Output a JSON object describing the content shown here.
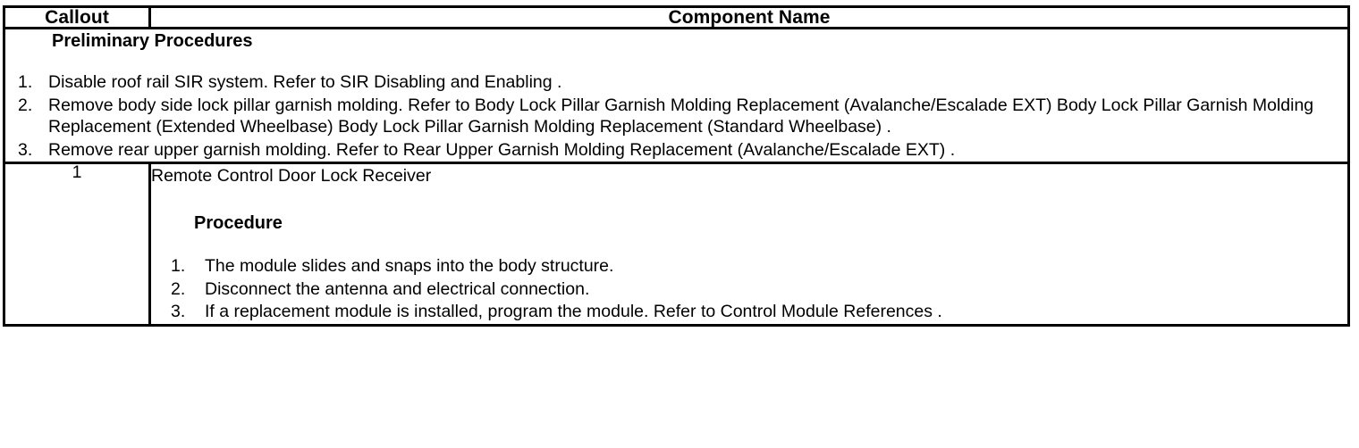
{
  "table": {
    "columns": [
      {
        "key": "callout",
        "header": "Callout"
      },
      {
        "key": "component",
        "header": "Component Name"
      }
    ],
    "preliminary": {
      "heading": "Preliminary Procedures",
      "steps": [
        {
          "number": "1.",
          "text": "Disable roof rail SIR system. Refer to SIR Disabling and Enabling ."
        },
        {
          "number": "2.",
          "text": "Remove body side lock pillar garnish molding. Refer to Body Lock Pillar Garnish Molding Replacement (Avalanche/Escalade EXT) Body Lock Pillar Garnish Molding Replacement (Extended Wheelbase) Body Lock Pillar Garnish Molding Replacement (Standard Wheelbase) ."
        },
        {
          "number": "3.",
          "text": "Remove rear upper garnish molding. Refer to Rear Upper Garnish Molding Replacement (Avalanche/Escalade EXT) ."
        }
      ]
    },
    "rows": [
      {
        "callout": "1",
        "component_name": "Remote Control Door Lock Receiver",
        "procedure_heading": "Procedure",
        "procedure_steps": [
          {
            "number": "1.",
            "text": "The module slides and snaps into the body structure."
          },
          {
            "number": "2.",
            "text": "Disconnect the antenna and electrical connection."
          },
          {
            "number": "3.",
            "text": "If a replacement module is installed, program the module. Refer to Control Module References ."
          }
        ]
      }
    ]
  },
  "colors": {
    "border": "#000000",
    "text": "#000000",
    "background": "#ffffff"
  }
}
